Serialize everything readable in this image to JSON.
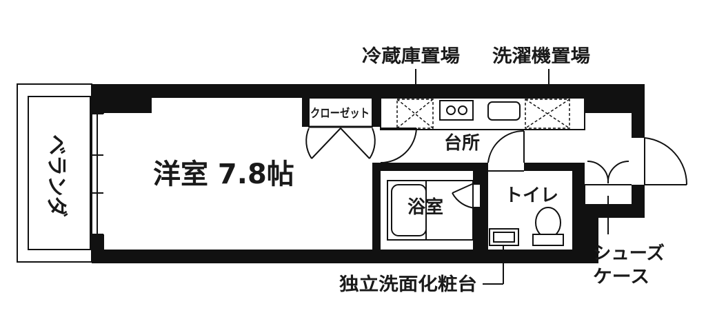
{
  "rooms": {
    "western_room": "洋室 7.8帖",
    "veranda": "ベランダ",
    "kitchen": "台所",
    "bathroom": "浴室",
    "toilet": "トイレ",
    "closet": "クローゼット"
  },
  "callouts": {
    "fridge_space": "冷蔵庫置場",
    "washer_space": "洗濯機置場",
    "vanity": "独立洗面化粧台",
    "shoe_case_line1": "シューズ",
    "shoe_case_line2": "ケース"
  },
  "colors": {
    "wall": "#111111",
    "background": "#ffffff"
  }
}
